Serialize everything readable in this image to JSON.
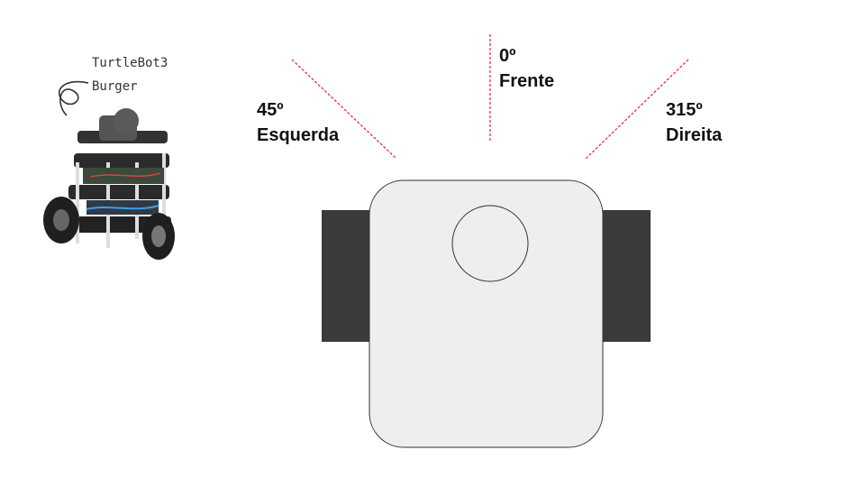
{
  "photo_caption": {
    "line1": "TurtleBot3",
    "line2": "Burger"
  },
  "directions": {
    "front": {
      "angle": "0º",
      "name": "Frente"
    },
    "left": {
      "angle": "45º",
      "name": "Esquerda"
    },
    "right": {
      "angle": "315º",
      "name": "Direita"
    }
  },
  "colors": {
    "body_fill": "#eeeeee",
    "body_stroke": "#333333",
    "wheel_fill": "#3a3a3a",
    "direction_line": "#e8202a"
  }
}
